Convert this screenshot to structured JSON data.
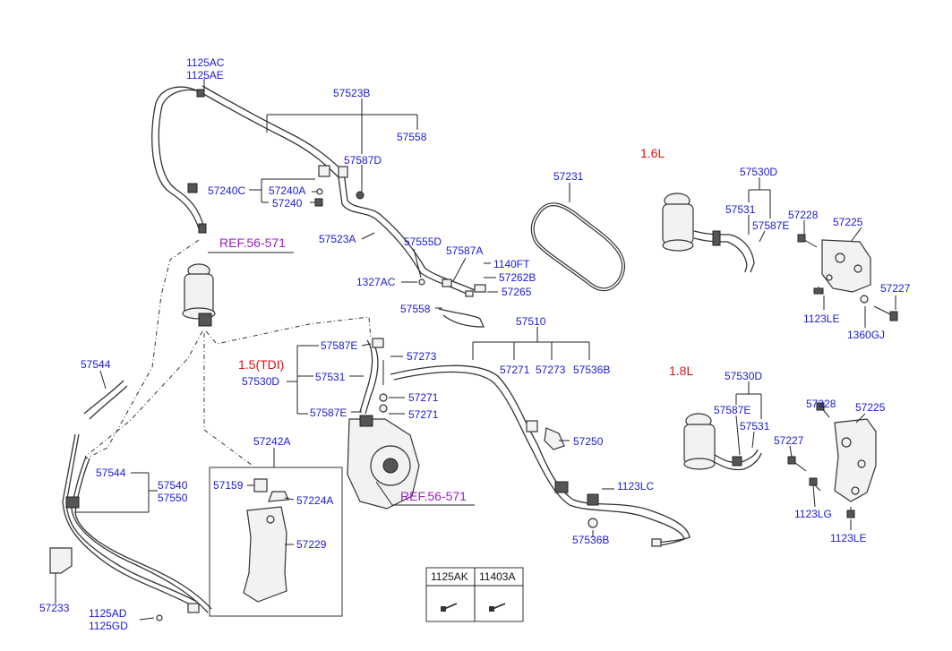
{
  "engines": {
    "e16": "1.6L",
    "e18": "1.8L",
    "e15": "1.5(TDI)"
  },
  "refs": {
    "ref_upper": "REF.56-571",
    "ref_lower": "REF.56-571"
  },
  "labels": {
    "l1125ac": "1125AC",
    "l1125ae": "1125AE",
    "l57523b": "57523B",
    "l57558a": "57558",
    "l57587d": "57587D",
    "l57240c": "57240C",
    "l57240a": "57240A",
    "l57240": "57240",
    "l57523a": "57523A",
    "l57555d": "57555D",
    "l57587a": "57587A",
    "l1140ft": "1140FT",
    "l57262b": "57262B",
    "l1327ac": "1327AC",
    "l57265": "57265",
    "l57558b": "57558",
    "l57231": "57231",
    "l57530d_16": "57530D",
    "l57531_16": "57531",
    "l57587e_16": "57587E",
    "l57228_16": "57228",
    "l57225_16": "57225",
    "l57227_16": "57227",
    "l1123le_16": "1123LE",
    "l1360gj": "1360GJ",
    "l57510": "57510",
    "l57271a": "57271",
    "l57273a": "57273",
    "l57536b_a": "57536B",
    "l57587e_15a": "57587E",
    "l57273b": "57273",
    "l57531_15": "57531",
    "l57530d_15": "57530D",
    "l57271b": "57271",
    "l57587e_15b": "57587E",
    "l57271c": "57271",
    "l57544a": "57544",
    "l57242a": "57242A",
    "l57250": "57250",
    "l57544b": "57544",
    "l57540": "57540",
    "l57550": "57550",
    "l57159": "57159",
    "l57224a": "57224A",
    "l1123lc": "1123LC",
    "l57229": "57229",
    "l57536b_b": "57536B",
    "l57233": "57233",
    "l1125ad": "1125AD",
    "l1125gd": "1125GD",
    "l57530d_18": "57530D",
    "l57587e_18": "57587E",
    "l57531_18": "57531",
    "l57228_18": "57228",
    "l57225_18": "57225",
    "l57227_18": "57227",
    "l1123lg": "1123LG",
    "l1123le_18": "1123LE"
  },
  "legend_table": {
    "col1": "1125AK",
    "col2": "11403A"
  },
  "colors": {
    "part_number": "#1a1ad4",
    "engine_label": "#e01010",
    "reference": "#9c1ec8"
  }
}
